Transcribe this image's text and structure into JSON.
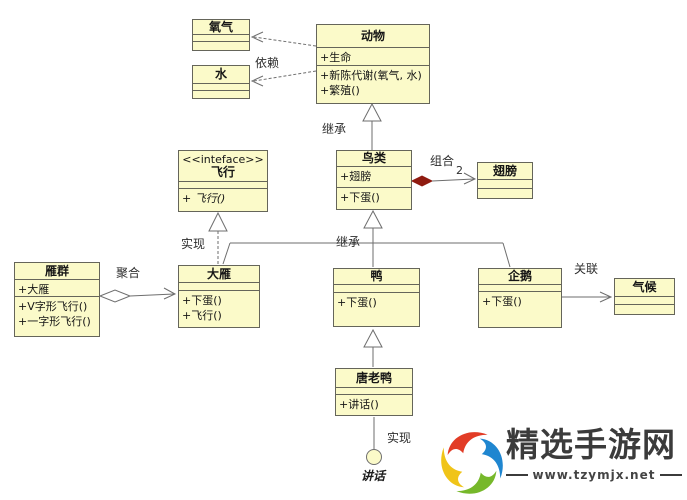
{
  "classes": {
    "oxygen": {
      "title": "氧气",
      "attrs": [],
      "methods": []
    },
    "water": {
      "title": "水",
      "attrs": [],
      "methods": []
    },
    "animal": {
      "title": "动物",
      "attrs": [
        "+生命"
      ],
      "methods": [
        "+新陈代谢(氧气, 水)",
        "+繁殖()"
      ]
    },
    "fly_interface": {
      "stereotype": "<<inteface>>",
      "title": "飞行",
      "attrs": [],
      "methods": [
        "+ 飞行()"
      ]
    },
    "bird": {
      "title": "鸟类",
      "attrs": [
        "+翅膀"
      ],
      "methods": [
        "+下蛋()"
      ]
    },
    "wing": {
      "title": "翅膀",
      "attrs": [],
      "methods": []
    },
    "goose_flock": {
      "title": "雁群",
      "attrs": [
        "+大雁"
      ],
      "methods": [
        "+V字形飞行()",
        "+一字形飞行()"
      ]
    },
    "wild_goose": {
      "title": "大雁",
      "attrs": [],
      "methods": [
        "+下蛋()",
        "+飞行()"
      ]
    },
    "duck": {
      "title": "鸭",
      "attrs": [],
      "methods": [
        "+下蛋()"
      ]
    },
    "penguin": {
      "title": "企鹅",
      "attrs": [],
      "methods": [
        "+下蛋()"
      ]
    },
    "climate": {
      "title": "气候",
      "attrs": [],
      "methods": []
    },
    "donald_duck": {
      "title": "唐老鸭",
      "attrs": [],
      "methods": [
        "+讲话()"
      ]
    }
  },
  "labels": {
    "dependency": "依赖",
    "inherit_top": "继承",
    "composition": "组合",
    "composition_multiplicity": "2",
    "realize_left": "实现",
    "inherit_bottom": "继承",
    "aggregation": "聚合",
    "association": "关联",
    "realize_bottom": "实现",
    "lollipop": "讲话"
  },
  "relationships": [
    {
      "type": "dependency",
      "from": "动物",
      "to": "氧气",
      "label": "依赖"
    },
    {
      "type": "dependency",
      "from": "动物",
      "to": "水",
      "label": "依赖"
    },
    {
      "type": "inheritance",
      "from": "鸟类",
      "to": "动物",
      "label": "继承"
    },
    {
      "type": "composition",
      "from": "鸟类",
      "to": "翅膀",
      "label": "组合",
      "multiplicity": "2"
    },
    {
      "type": "realization",
      "from": "大雁",
      "to": "飞行",
      "label": "实现"
    },
    {
      "type": "inheritance",
      "from": "大雁",
      "to": "鸟类",
      "label": "继承"
    },
    {
      "type": "inheritance",
      "from": "鸭",
      "to": "鸟类",
      "label": "继承"
    },
    {
      "type": "inheritance",
      "from": "企鹅",
      "to": "鸟类",
      "label": "继承"
    },
    {
      "type": "aggregation",
      "from": "雁群",
      "to": "大雁",
      "label": "聚合"
    },
    {
      "type": "association",
      "from": "企鹅",
      "to": "气候",
      "label": "关联"
    },
    {
      "type": "inheritance",
      "from": "唐老鸭",
      "to": "鸭"
    },
    {
      "type": "realization-lollipop",
      "from": "唐老鸭",
      "to": "讲话",
      "label": "实现"
    }
  ],
  "watermark": {
    "site_name": "精选手游网",
    "site_url": "www.tzymjx.net"
  },
  "colors": {
    "box_fill": "#fbfac9",
    "box_border": "#65655a",
    "line": "#6e6e6e",
    "composition_diamond": "#8f1b10",
    "logo_red": "#e23c26",
    "logo_blue": "#1f86d0",
    "logo_green": "#76b82a",
    "logo_yellow": "#f0c419"
  }
}
